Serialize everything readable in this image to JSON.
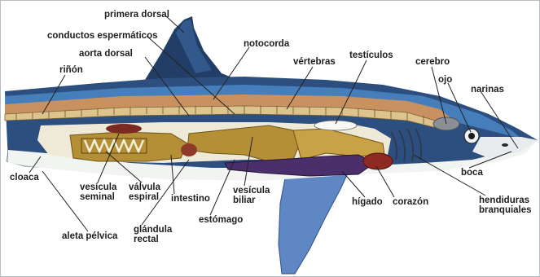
{
  "labels": {
    "primera_dorsal": "primera dorsal",
    "conductos_espermaticos": "conductos espermáticos",
    "notocorda": "notocorda",
    "aorta_dorsal": "aorta dorsal",
    "testiculos": "testículos",
    "vertebras": "vértebras",
    "cerebro": "cerebro",
    "rinon": "riñón",
    "ojo": "ojo",
    "narinas": "narinas",
    "cloaca": "cloaca",
    "vesicula_seminal": [
      "vesícula",
      "seminal"
    ],
    "valvula_espiral": [
      "válvula",
      "espiral"
    ],
    "intestino": "intestino",
    "vesicula_biliar": [
      "vesícula",
      "biliar"
    ],
    "higado": "hígado",
    "corazon": "corazón",
    "boca": "boca",
    "hendiduras_branquiales": [
      "hendiduras",
      "branquiales"
    ],
    "aleta_pelvica": "aleta pélvica",
    "glandula_rectal": [
      "glándula",
      "rectal"
    ],
    "estomago": "estómago"
  },
  "colors": {
    "skin_dark": "#233e66",
    "skin_mid": "#3d78b8",
    "belly": "#f2f4f2",
    "fin_blue": "#5f87c4",
    "muscle": "#c99160",
    "vertebra": "#dcc48c",
    "organ_olive": "#b58f36",
    "liver": "#4a2f6a",
    "heart": "#8e2a22",
    "leader": "#222222"
  }
}
